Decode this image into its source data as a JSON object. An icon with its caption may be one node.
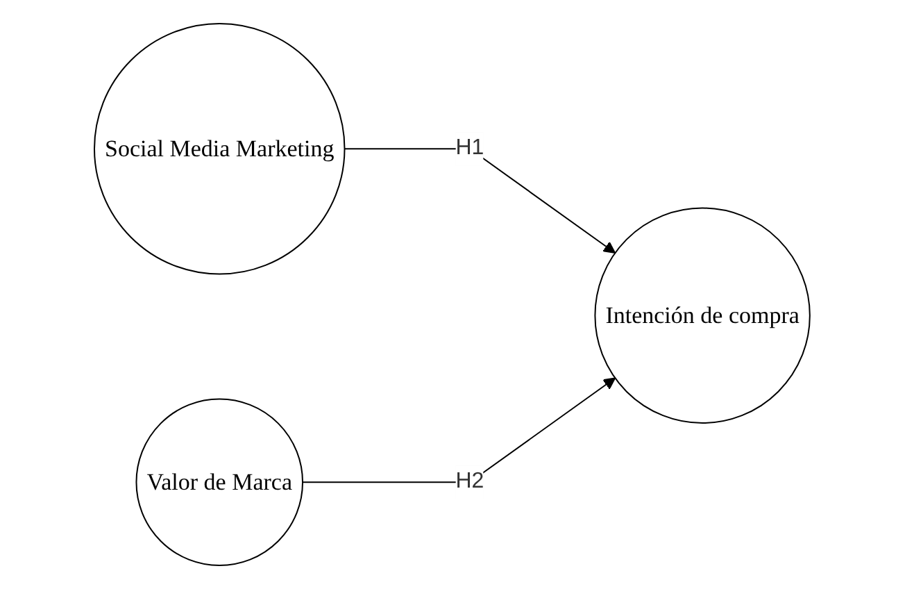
{
  "diagram": {
    "nodes": [
      {
        "text": [
          "Social Media Marketing"
        ]
      },
      {
        "text": [
          "Intención de compra"
        ]
      },
      {
        "text": [
          "Valor de Marca"
        ]
      }
    ],
    "edges": [
      {
        "from": 0,
        "to": 1,
        "arrow": "to",
        "label": "H1"
      },
      {
        "from": 2,
        "to": 1,
        "arrow": "to",
        "label": "H2"
      }
    ]
  }
}
